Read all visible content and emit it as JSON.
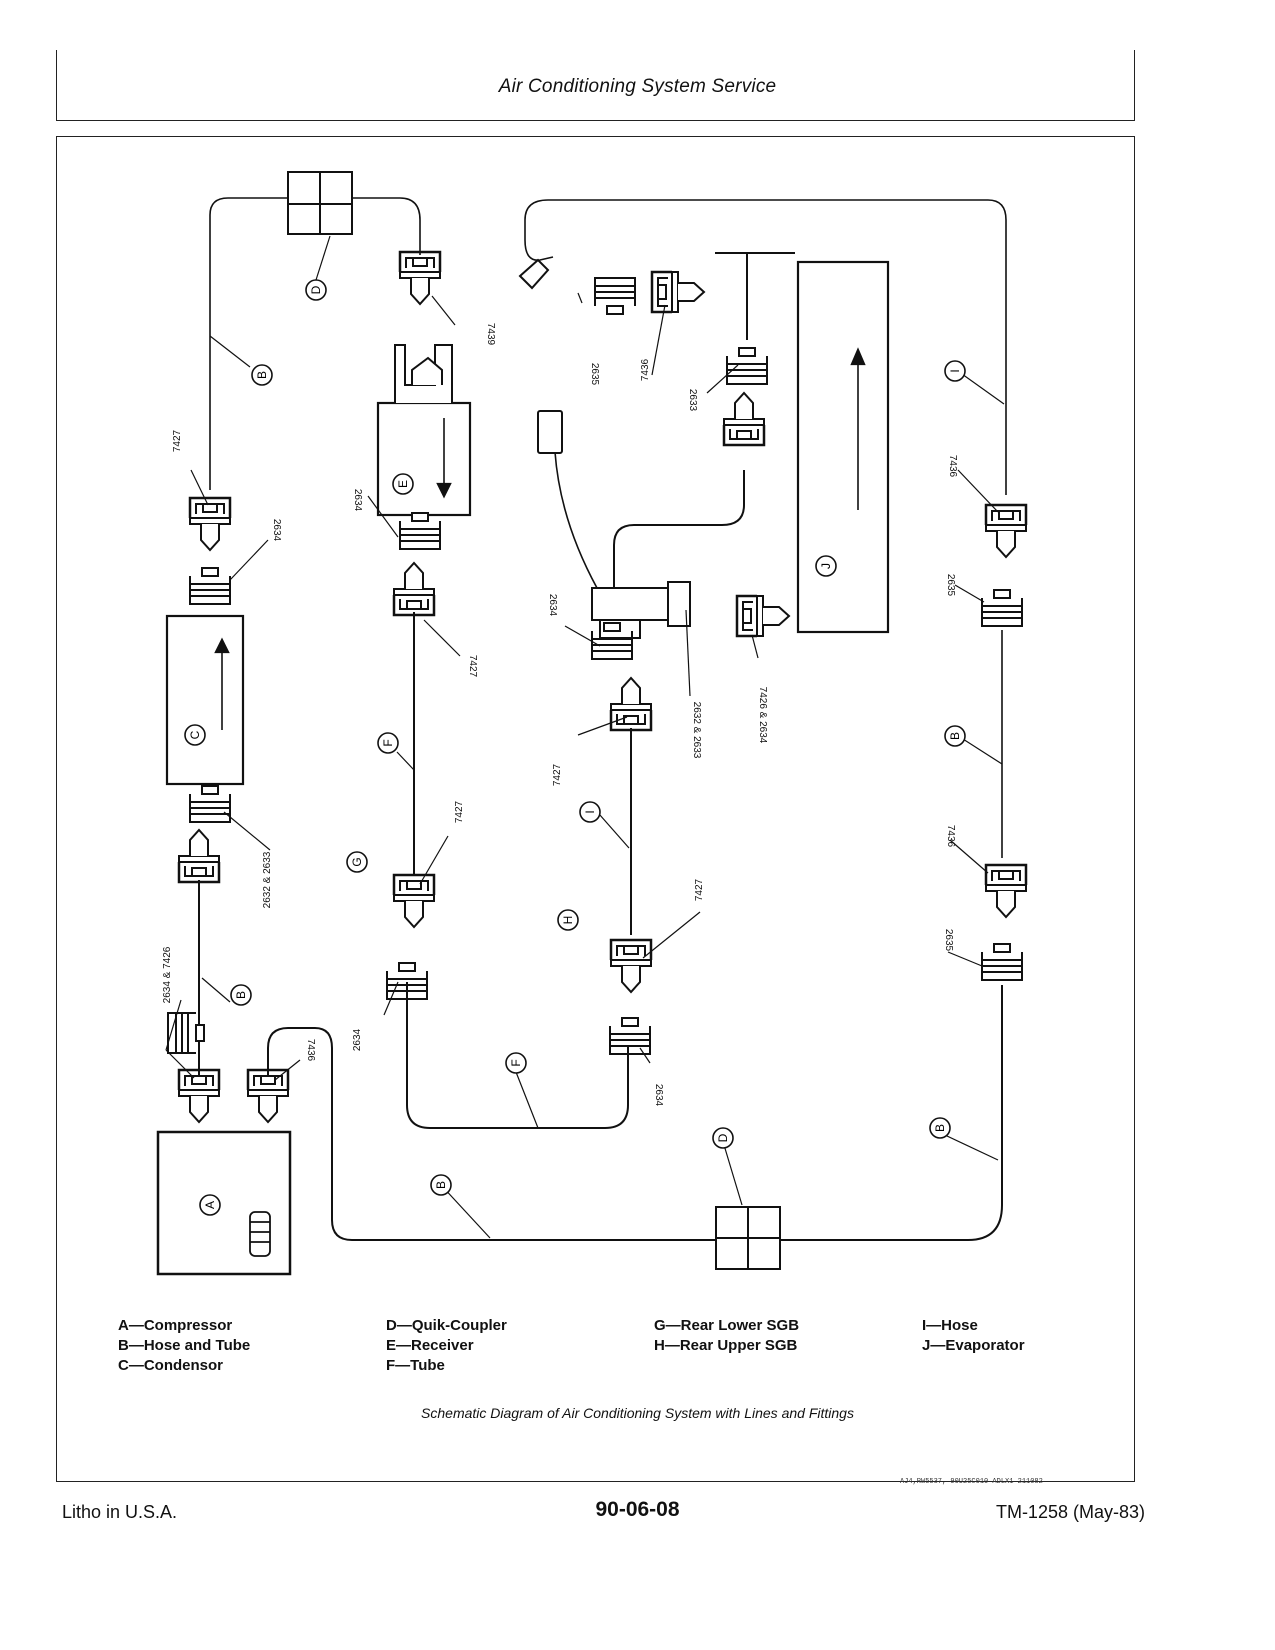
{
  "header": {
    "title": "Air Conditioning System Service"
  },
  "diagram": {
    "caption": "Schematic Diagram of Air Conditioning System with Lines and Fittings",
    "callouts": {
      "a": "A",
      "b": "B",
      "c": "C",
      "d": "D",
      "e": "E",
      "f": "F",
      "g": "G",
      "h": "H",
      "i": "I",
      "j": "J"
    },
    "part_numbers": {
      "p7439": "7439",
      "p7427": "7427",
      "p2634": "2634",
      "p2632_2633": "2632 & 2633",
      "p2634_7426": "2634 & 7426",
      "p7436": "7436",
      "p2635": "2635",
      "p2633": "2633",
      "p7426_2634": "7426 & 2634"
    },
    "legend": [
      [
        "A—Compressor",
        "B—Hose and Tube",
        "C—Condensor"
      ],
      [
        "D—Quik-Coupler",
        "E—Receiver",
        "F—Tube"
      ],
      [
        "G—Rear Lower SGB",
        "H—Rear Upper SGB"
      ],
      [
        "I—Hose",
        "J—Evaporator"
      ]
    ],
    "reference_code": "AJ4,RW5537, 90U25C010 ADLX1 211082"
  },
  "footer": {
    "left": "Litho in U.S.A.",
    "page": "90-06-08",
    "right": "TM-1258 (May-83)"
  }
}
